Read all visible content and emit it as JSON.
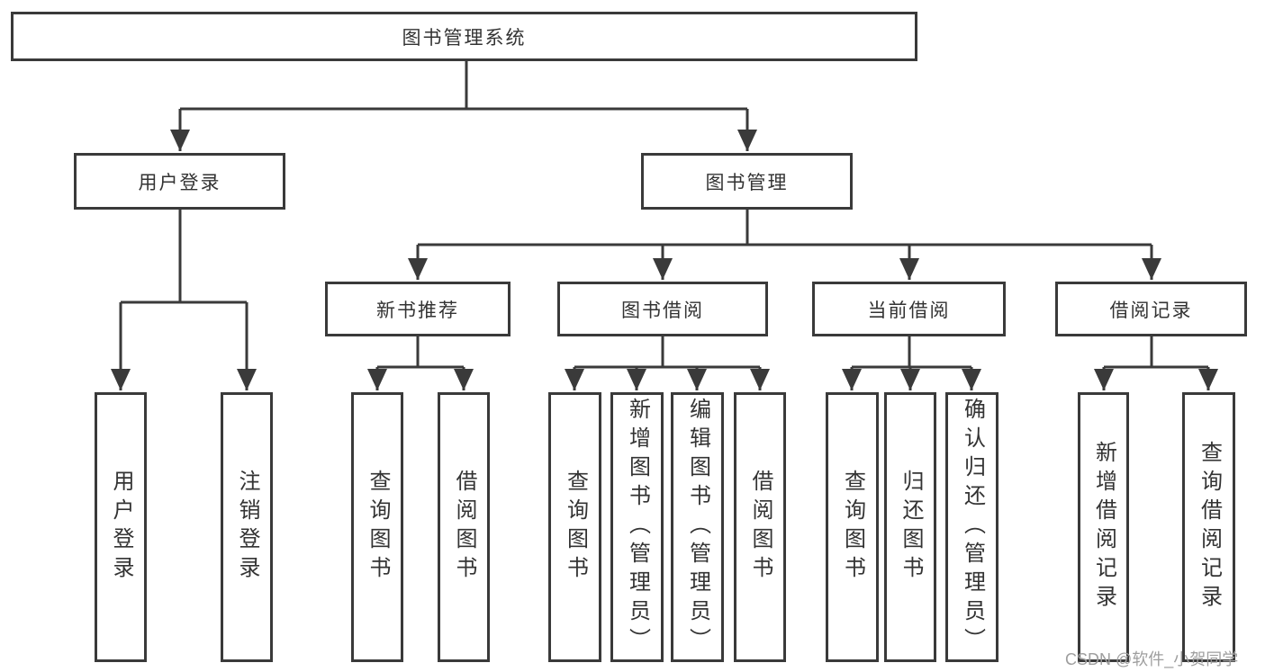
{
  "colors": {
    "line": "#3a3a3a",
    "text": "#333333",
    "background": "#ffffff",
    "watermark": "#9e9e9e"
  },
  "nodes": {
    "root": "图书管理系统",
    "user_login": "用户登录",
    "book_management": "图书管理",
    "new_book_recommend": "新书推荐",
    "book_borrowing": "图书借阅",
    "current_borrowing": "当前借阅",
    "borrowing_records": "借阅记录",
    "ul_user_login": "用户登录",
    "ul_logout": "注销登录",
    "nb_query_books": "查询图书",
    "nb_borrow_books": "借阅图书",
    "bb_query_books": "查询图书",
    "bb_add_books_admin": "新增图书（管理员）",
    "bb_edit_books_admin": "编辑图书（管理员）",
    "bb_borrow_books": "借阅图书",
    "cb_query_books": "查询图书",
    "cb_return_books": "归还图书",
    "cb_confirm_return_admin": "确认归还（管理员）",
    "br_add_record": "新增借阅记录",
    "br_query_record": "查询借阅记录"
  },
  "watermark": {
    "text": "CSDN @软件_小贺同学"
  }
}
